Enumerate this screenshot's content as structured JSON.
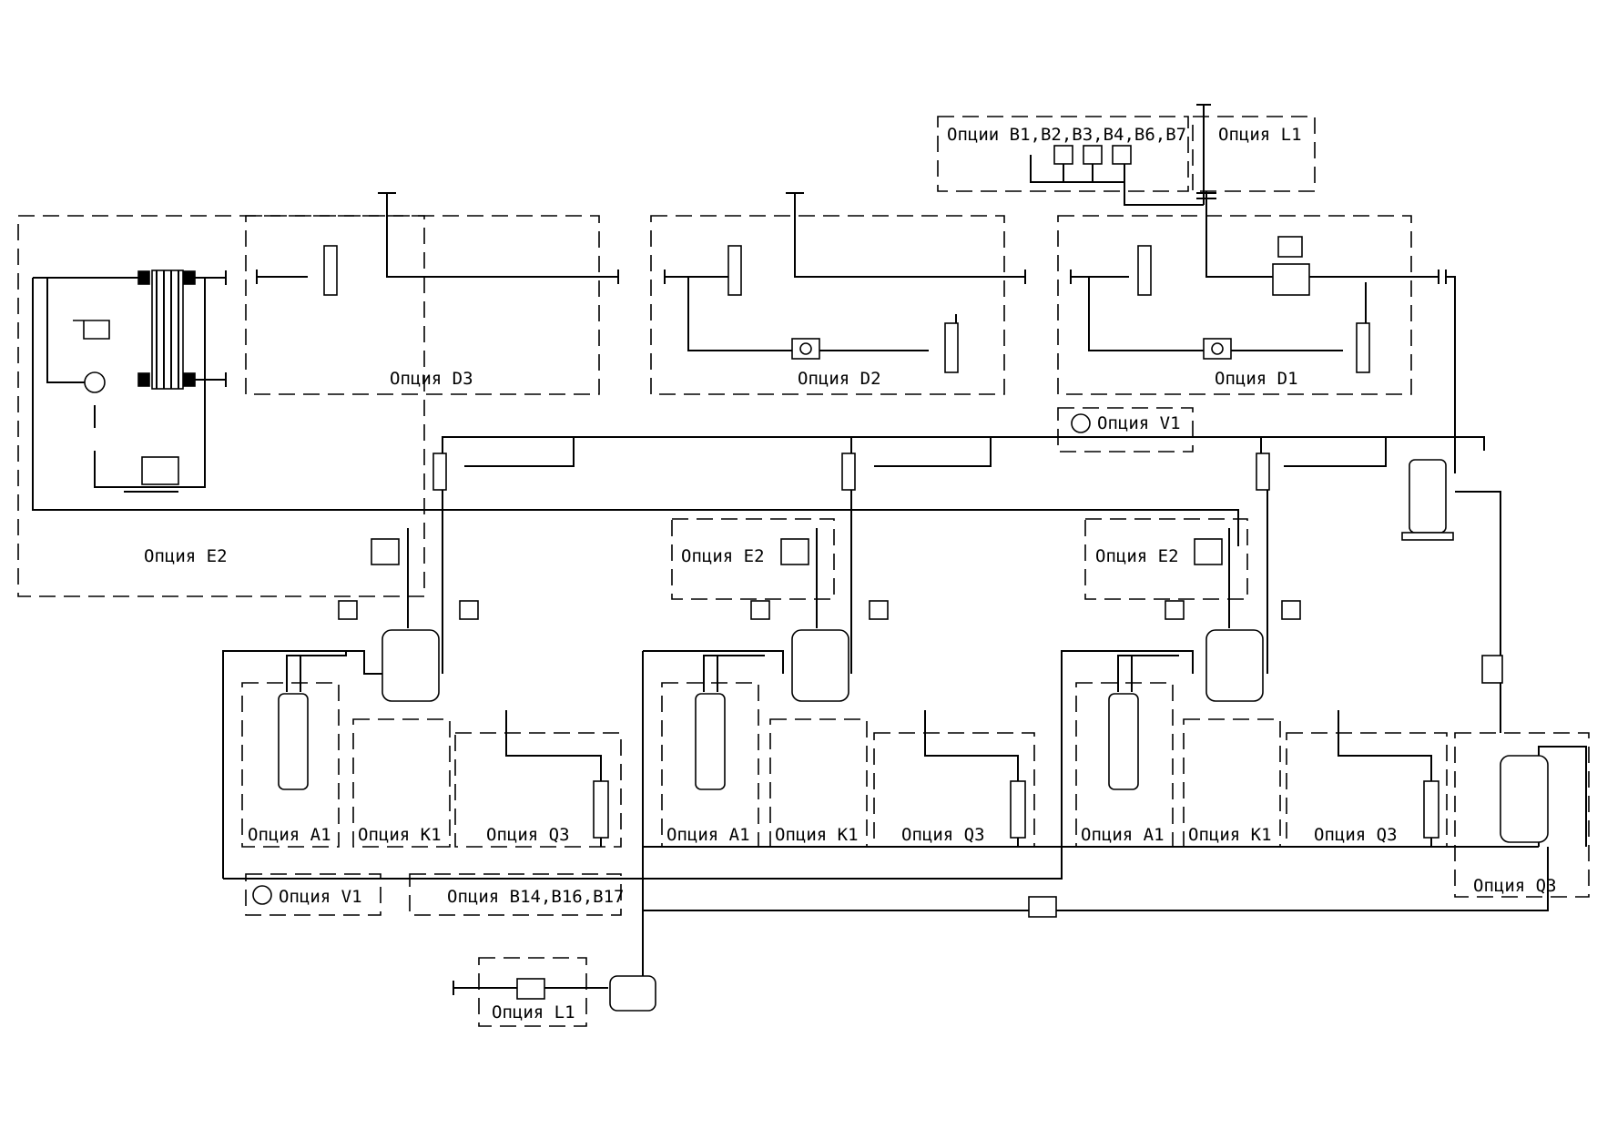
{
  "labels": {
    "opt_b_top": "Опции B1,B2,B3,B4,B6,B7",
    "opt_l1_top": "Опция L1",
    "opt_d3": "Опция D3",
    "opt_d2": "Опция D2",
    "opt_d1": "Опция D1",
    "opt_v1_top": "Опция V1",
    "opt_e2_left": "Опция E2",
    "opt_e2_mid": "Опция E2",
    "opt_e2_right": "Опция E2",
    "opt_a1_1": "Опция A1",
    "opt_k1_1": "Опция K1",
    "opt_q3_1": "Опция Q3",
    "opt_a1_2": "Опция A1",
    "opt_k1_2": "Опция K1",
    "opt_q3_2": "Опция Q3",
    "opt_a1_3": "Опция A1",
    "opt_k1_3": "Опция K1",
    "opt_q3_3": "Опция Q3",
    "opt_q3_receiver": "Опция Q3",
    "opt_v1_bottom": "Опция V1",
    "opt_b_bottom": "Опция B14,B16,B17",
    "opt_l1_bottom": "Опция L1"
  }
}
